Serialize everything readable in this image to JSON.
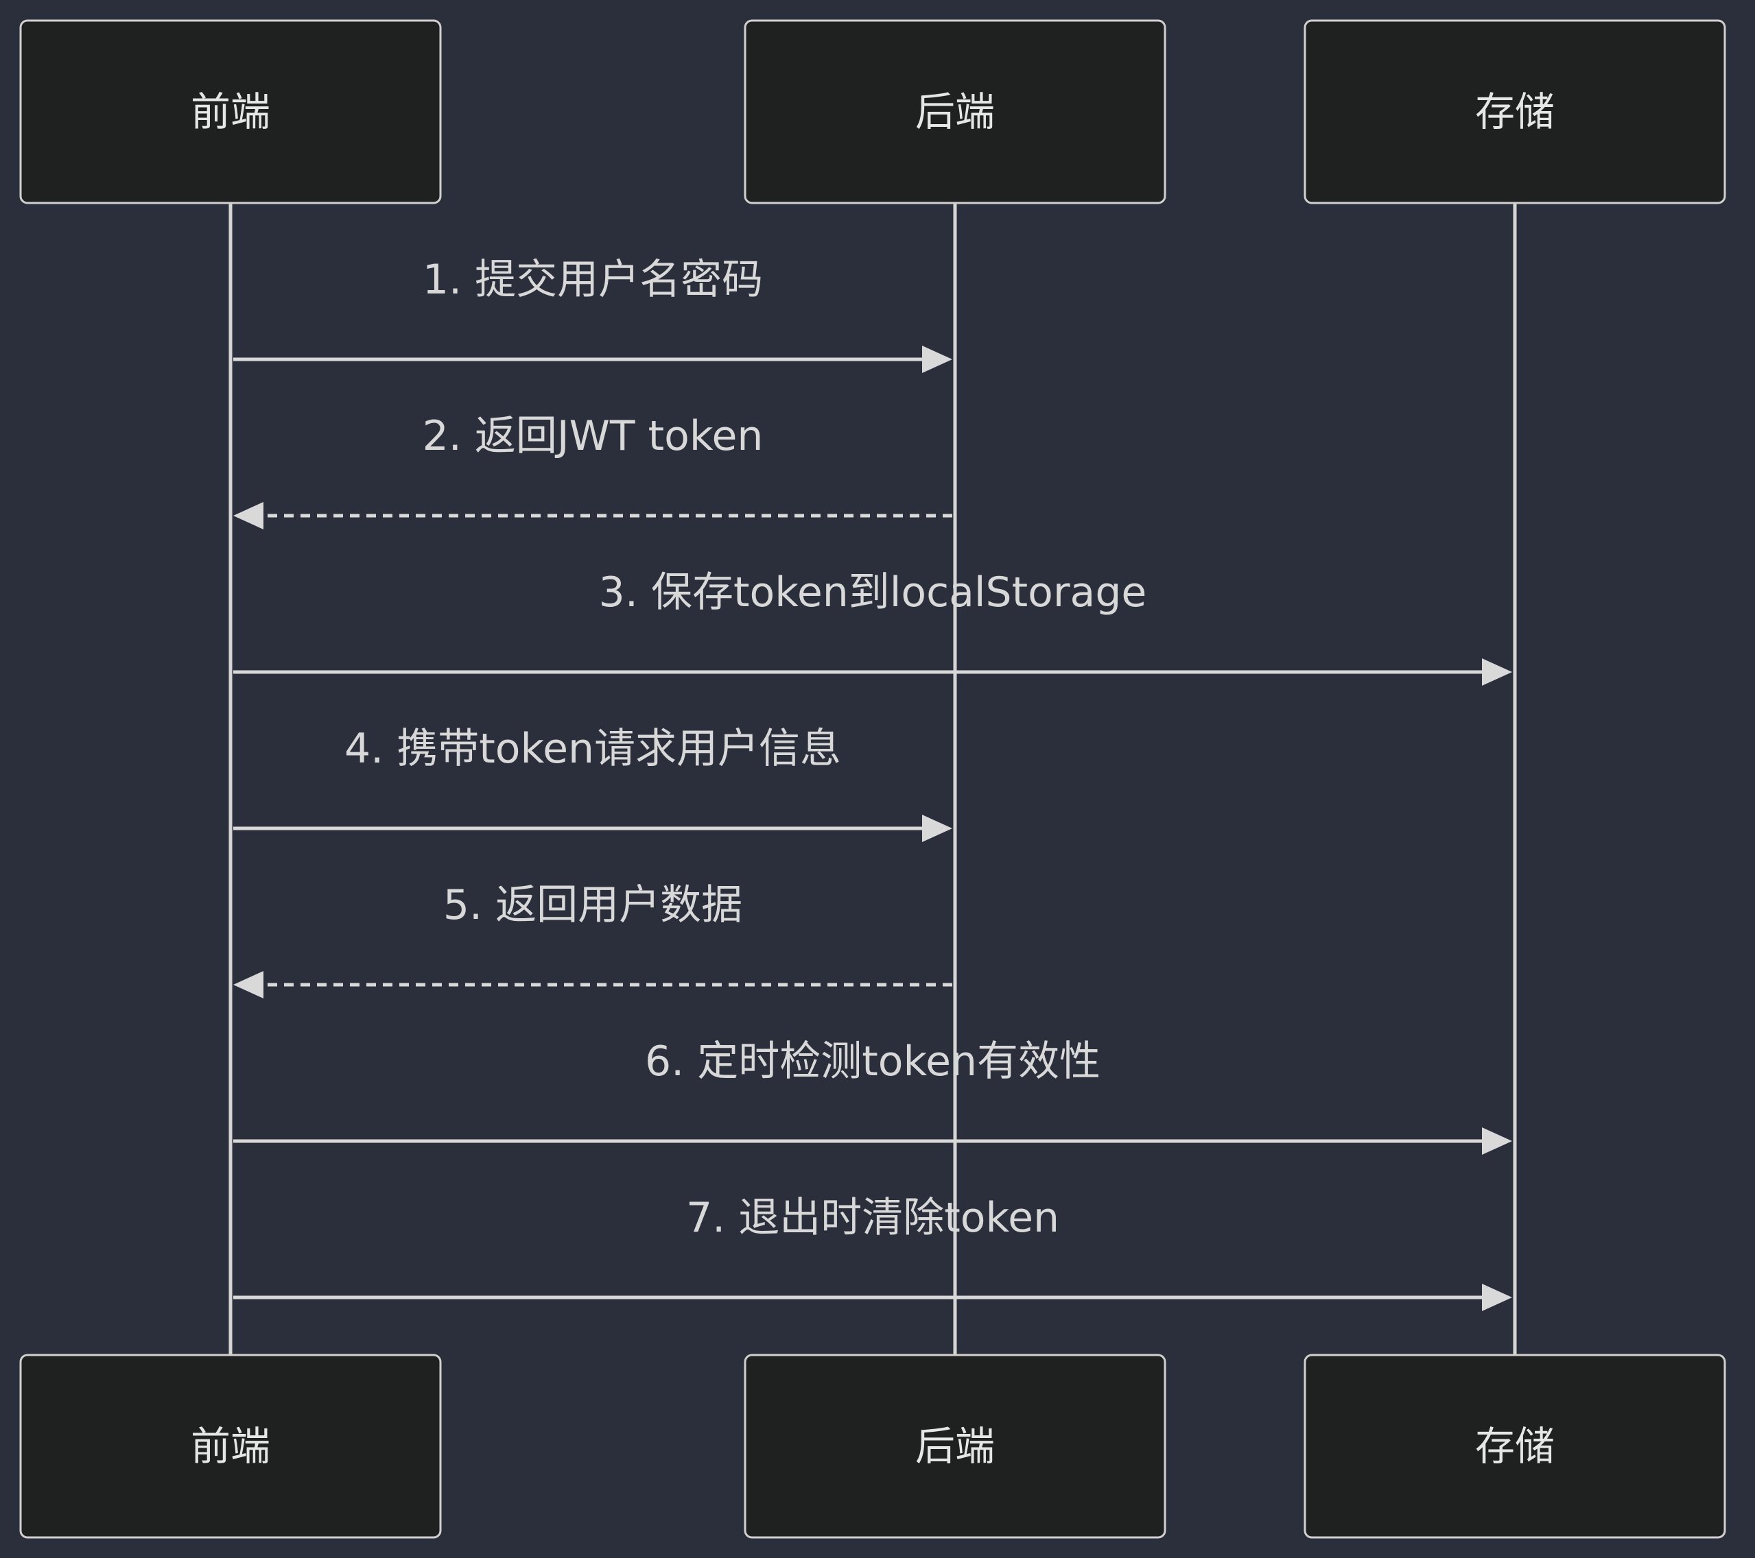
{
  "colors": {
    "background": "#2b2f3c",
    "actor_fill": "#1f2020",
    "actor_stroke": "#d0d0d0",
    "line": "#d9d9d9",
    "text": "#e6e6e6"
  },
  "actors": [
    {
      "id": "frontend",
      "label": "前端"
    },
    {
      "id": "backend",
      "label": "后端"
    },
    {
      "id": "storage",
      "label": "存储"
    }
  ],
  "messages": [
    {
      "from": "frontend",
      "to": "backend",
      "label": "1. 提交用户名密码",
      "style": "solid"
    },
    {
      "from": "backend",
      "to": "frontend",
      "label": "2. 返回JWT token",
      "style": "dashed"
    },
    {
      "from": "frontend",
      "to": "storage",
      "label": "3. 保存token到localStorage",
      "style": "solid"
    },
    {
      "from": "frontend",
      "to": "backend",
      "label": "4. 携带token请求用户信息",
      "style": "solid"
    },
    {
      "from": "backend",
      "to": "frontend",
      "label": "5. 返回用户数据",
      "style": "dashed"
    },
    {
      "from": "frontend",
      "to": "storage",
      "label": "6. 定时检测token有效性",
      "style": "solid"
    },
    {
      "from": "frontend",
      "to": "storage",
      "label": "7. 退出时清除token",
      "style": "solid"
    }
  ]
}
